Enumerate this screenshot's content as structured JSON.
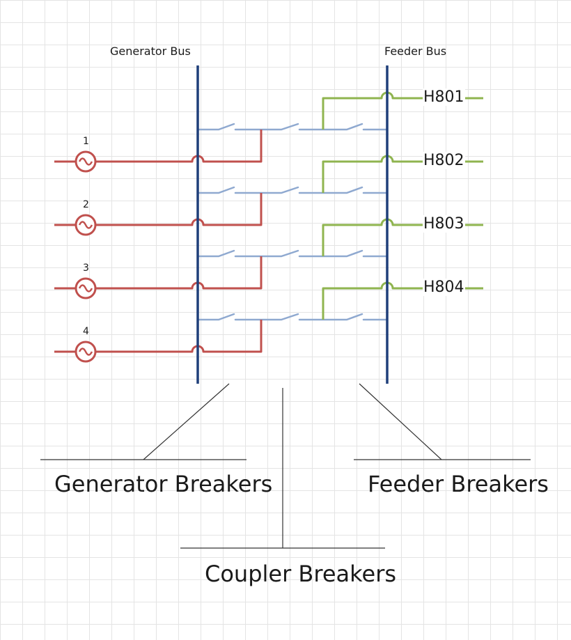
{
  "buses": {
    "generator": "Generator Bus",
    "feeder": "Feeder Bus"
  },
  "generators": [
    "1",
    "2",
    "3",
    "4"
  ],
  "feeders": [
    "H801",
    "H802",
    "H803",
    "H804"
  ],
  "callouts": {
    "generator_breakers": "Generator Breakers",
    "coupler_breakers": "Coupler Breakers",
    "feeder_breakers": "Feeder Breakers"
  },
  "colors": {
    "bus": "#1f3f7a",
    "generator_line": "#c0504d",
    "feeder_line": "#8fb44f",
    "breaker_line": "#8fa9d0",
    "callout_line": "#333333"
  }
}
